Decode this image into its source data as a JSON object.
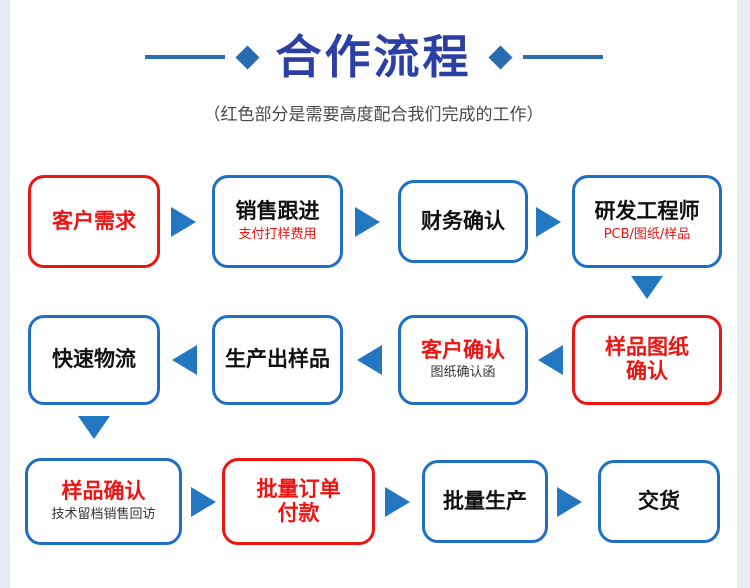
{
  "header": {
    "title": "合作流程",
    "subtitle": "（红色部分是需要高度配合我们完成的工作）",
    "accent_color": "#2c3fa2",
    "rule_color": "#2a6cb0"
  },
  "palette": {
    "blue_border": "#1f6fc4",
    "red_border": "#ee1411",
    "arrow_blue": "#2277c0",
    "text_black": "#111111",
    "text_red": "#ee1411",
    "background": "#ffffff",
    "edge_strip": "#e7ebf2"
  },
  "flow": {
    "rows": [
      {
        "direction": "left-to-right",
        "nodes": [
          {
            "title": "客户需求",
            "sub": "",
            "border": "red",
            "title_color": "red",
            "sub_color": "black"
          },
          {
            "title": "销售跟进",
            "sub": "支付打样费用",
            "border": "blue",
            "title_color": "black",
            "sub_color": "red"
          },
          {
            "title": "财务确认",
            "sub": "",
            "border": "blue",
            "title_color": "black",
            "sub_color": "black"
          },
          {
            "title": "研发工程师",
            "sub": "PCB/图纸/样品",
            "border": "blue",
            "title_color": "black",
            "sub_color": "red"
          }
        ]
      },
      {
        "direction": "right-to-left",
        "nodes": [
          {
            "title": "快速物流",
            "sub": "",
            "border": "blue",
            "title_color": "black",
            "sub_color": "black"
          },
          {
            "title": "生产出样品",
            "sub": "",
            "border": "blue",
            "title_color": "black",
            "sub_color": "black"
          },
          {
            "title": "客户确认",
            "sub": "图纸确认函",
            "border": "blue",
            "title_color": "red",
            "sub_color": "black"
          },
          {
            "title": "样品图纸\n确认",
            "sub": "",
            "border": "red",
            "title_color": "red",
            "sub_color": "black"
          }
        ]
      },
      {
        "direction": "left-to-right",
        "nodes": [
          {
            "title": "样品确认",
            "sub": "技术留档销售回访",
            "border": "blue",
            "title_color": "red",
            "sub_color": "black"
          },
          {
            "title": "批量订单\n付款",
            "sub": "",
            "border": "red",
            "title_color": "red",
            "sub_color": "black"
          },
          {
            "title": "批量生产",
            "sub": "",
            "border": "blue",
            "title_color": "black",
            "sub_color": "black"
          },
          {
            "title": "交货",
            "sub": "",
            "border": "blue",
            "title_color": "black",
            "sub_color": "black"
          }
        ]
      }
    ],
    "connectors": [
      {
        "name": "row1-to-row2",
        "shape": "down-arrow",
        "side": "right"
      },
      {
        "name": "row2-to-row3",
        "shape": "down-arrow",
        "side": "left"
      }
    ]
  }
}
